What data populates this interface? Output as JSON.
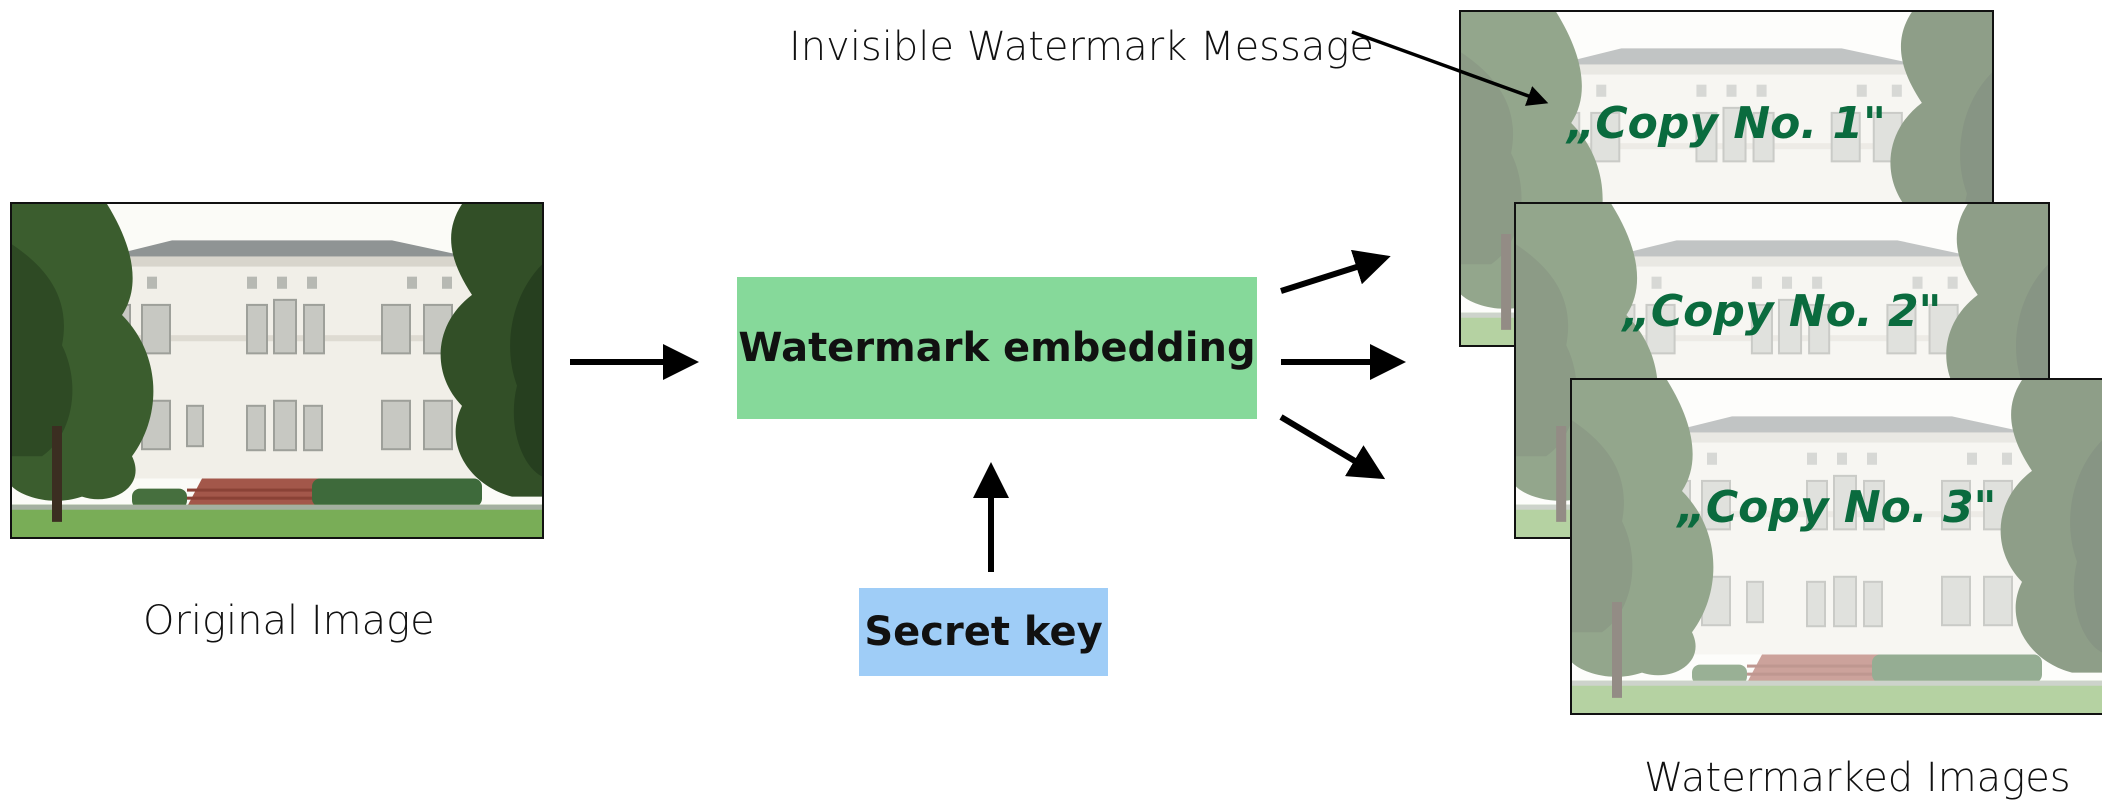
{
  "labels": {
    "invisible_message": "Invisible Watermark Message",
    "original_image": "Original Image",
    "watermarked_images": "Watermarked Images"
  },
  "boxes": {
    "embedding": "Watermark embedding",
    "secret_key": "Secret key"
  },
  "watermarks": [
    "„Copy No. 1\"",
    "„Copy No. 2\"",
    "„Copy No. 3\""
  ],
  "colors": {
    "embedding_box": "#86d99a",
    "secret_key_box": "#9fcdf7",
    "watermark_text": "#0a6b3e",
    "arrow": "#000000"
  }
}
